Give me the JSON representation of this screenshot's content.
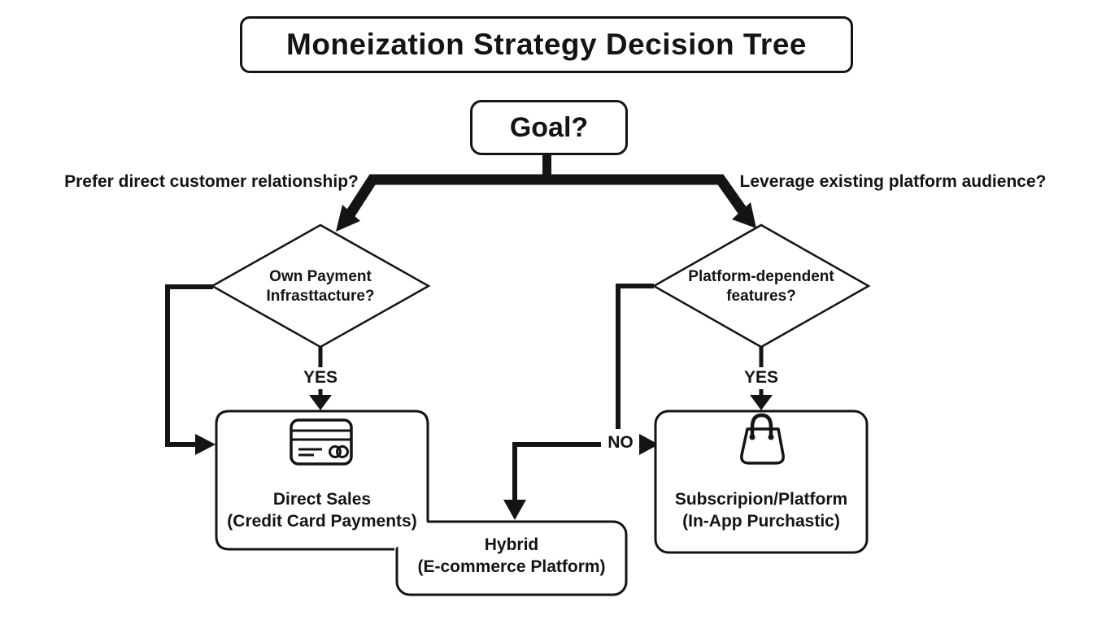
{
  "title": "Moneization Strategy Decision Tree",
  "root_node": {
    "label": "Goal?"
  },
  "branch_questions": {
    "left": "Prefer direct customer relationship?",
    "right": "Leverage existing platform audience?"
  },
  "decision_nodes": {
    "left": {
      "line1": "Own Payment",
      "line2": "Infrasttacture?",
      "yes": "YES"
    },
    "right": {
      "line1": "Platform-dependent",
      "line2": "features?",
      "yes": "YES",
      "no": "NO"
    }
  },
  "outcome_nodes": {
    "direct_sales": {
      "line1": "Direct Sales",
      "line2": "(Credit Card Payments)",
      "icon": "credit-card-icon"
    },
    "subscription": {
      "line1": "Subscripion/Platform",
      "line2": "(In-App Purchastic)",
      "icon": "shopping-bag-icon"
    },
    "hybrid": {
      "line1": "Hybrid",
      "line2": "(E-commerce Platform)"
    }
  },
  "colors": {
    "ink": "#141414",
    "background": "#ffffff"
  }
}
